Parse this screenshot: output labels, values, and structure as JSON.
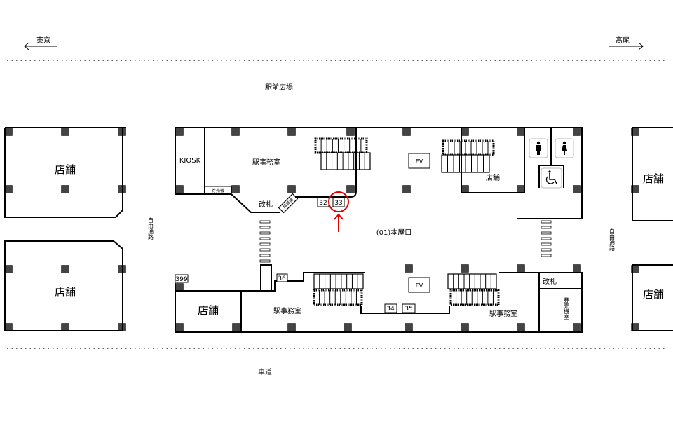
{
  "directions": {
    "left": "東京",
    "right": "高尾"
  },
  "areas": {
    "plaza": "駅前広場",
    "road": "車道",
    "free_passage_left": "自由通路",
    "free_passage_right": "自由通路",
    "entrance": "(01)本屋口"
  },
  "rooms": {
    "kiosk": "KIOSK",
    "office_top": "駅事務室",
    "office_bottom_left": "駅事務室",
    "office_bottom_right": "駅事務室",
    "gate_top": "改札",
    "gate_bottom": "改札",
    "ticket_machine": "券売機",
    "fare_adjust": "精算機",
    "ticket_room": "券売機室",
    "ev_top": "EV",
    "ev_bottom": "EV",
    "shop_left_top": "店舗",
    "shop_left_bottom": "店舗",
    "shop_right_top": "店舗",
    "shop_right_bottom": "店舗",
    "shop_inner_top": "店舗",
    "shop_inner_bottom": "店舗"
  },
  "exits": [
    "32",
    "33",
    "34",
    "35",
    "36",
    "399"
  ],
  "highlight": {
    "exit": "33",
    "color": "#e00000"
  },
  "icons": [
    "male-toilet-icon",
    "female-toilet-icon",
    "wheelchair-toilet-icon"
  ]
}
